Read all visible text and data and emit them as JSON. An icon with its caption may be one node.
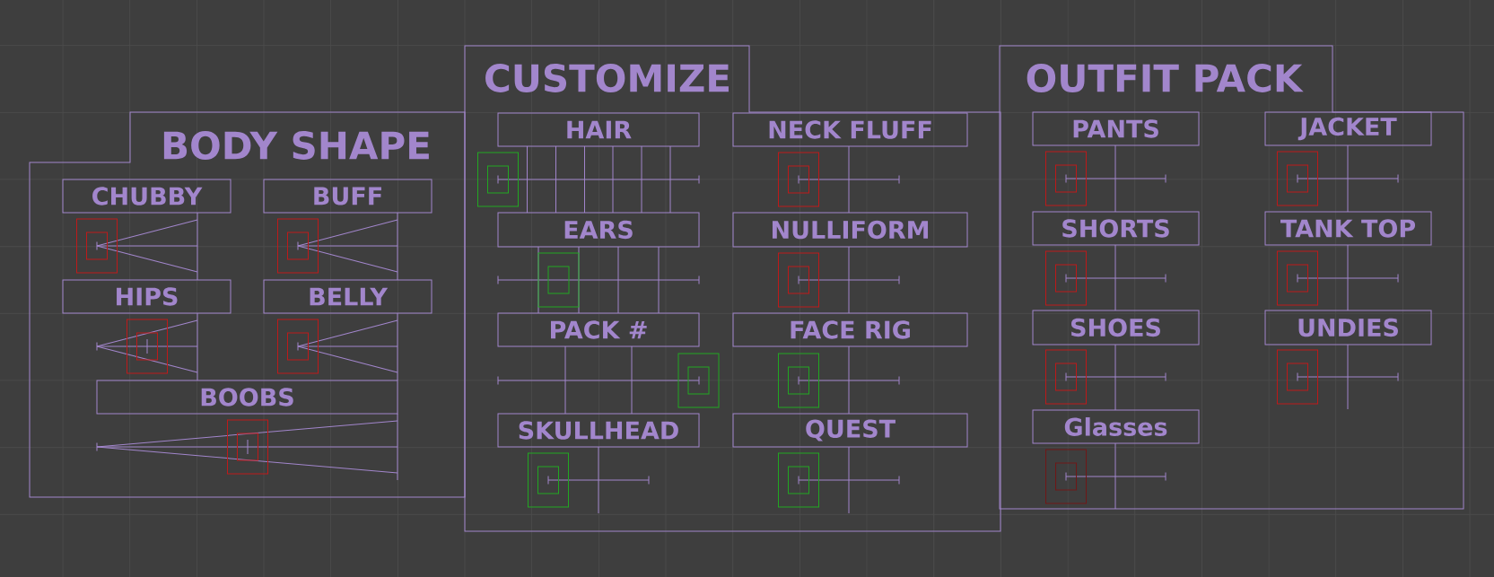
{
  "diagram": {
    "nodes": [
      {
        "text": [
          "BODY SHAPE"
        ]
      },
      {
        "text": [
          "CHUBBY"
        ],
        "in": 0
      },
      {
        "text": [
          "BUFF"
        ],
        "in": 0
      },
      {
        "text": [
          "HIPS"
        ],
        "in": 0
      },
      {
        "text": [
          "BELLY"
        ],
        "in": 0
      },
      {
        "text": [
          "BOOBS"
        ],
        "in": 0
      },
      {
        "text": [
          "CUSTOMIZE"
        ]
      },
      {
        "text": [
          "HAIR"
        ],
        "in": 6
      },
      {
        "text": [
          "NECK FLUFF"
        ],
        "in": 6
      },
      {
        "text": [
          "EARS"
        ],
        "in": 6
      },
      {
        "text": [
          "NULLIFORM"
        ],
        "in": 6
      },
      {
        "text": [
          "PACK #"
        ],
        "in": 6
      },
      {
        "text": [
          "FACE RIG"
        ],
        "in": 6
      },
      {
        "text": [
          "SKULLHEAD"
        ],
        "in": 6
      },
      {
        "text": [
          "QUEST"
        ],
        "in": 6
      },
      {
        "text": [
          "OUTFIT PACK"
        ]
      },
      {
        "text": [
          "PANTS"
        ],
        "in": 15
      },
      {
        "text": [
          "JACKET"
        ],
        "in": 15
      },
      {
        "text": [
          "SHORTS"
        ],
        "in": 15
      },
      {
        "text": [
          "TANK TOP"
        ],
        "in": 15
      },
      {
        "text": [
          "SHOES"
        ],
        "in": 15
      },
      {
        "text": [
          "UNDIES"
        ],
        "in": 15
      },
      {
        "text": [
          "Glasses"
        ],
        "in": 15
      }
    ]
  }
}
